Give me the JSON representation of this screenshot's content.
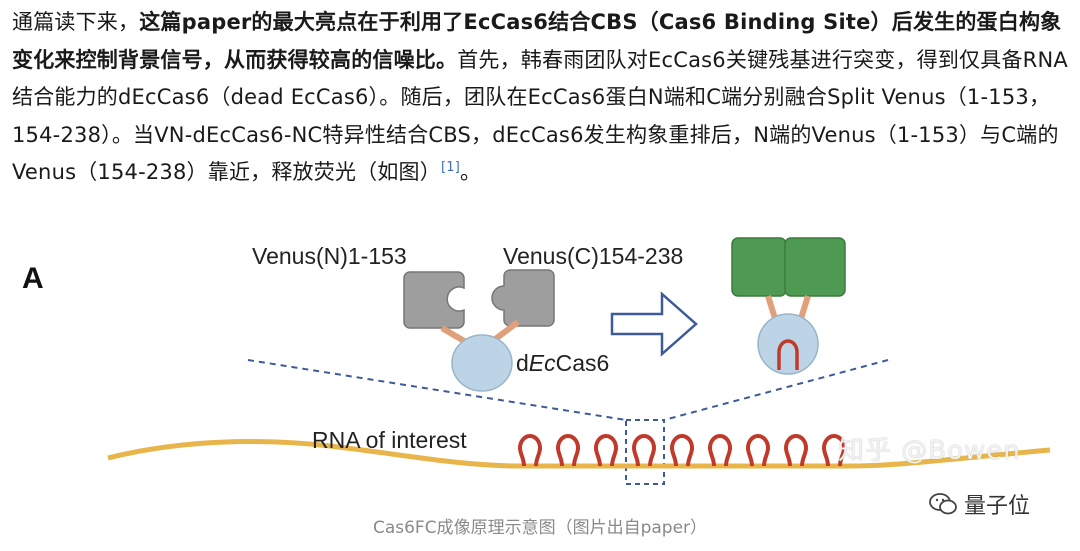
{
  "paragraph": {
    "p1": "通篇读下来，",
    "bold1": "这篇paper的最大亮点在于利用了EcCas6结合CBS（Cas6 Binding Site）后发生的蛋白构象变化来控制背景信号，从而获得较高的信噪比。",
    "p2": "首先，韩春雨团队对EcCas6关键残基进行突变，得到仅具备RNA结合能力的dEcCas6（dead EcCas6）。随后，团队在EcCas6蛋白N端和C端分别融合Split Venus（1-153，154-238）。当VN-dEcCas6-NC特异性结合CBS，dEcCas6发生构象重排后，N端的Venus（1-153）与C端的Venus（154-238）靠近，释放荧光（如图）",
    "ref": "[1]",
    "p3": "。"
  },
  "figure": {
    "panel_label": "A",
    "venus_n_label": "Venus(N)1-153",
    "venus_c_label": "Venus(C)154-238",
    "protein_label_d": "d",
    "protein_label_ec": "Ec",
    "protein_label_cas6": "Cas6",
    "rna_label": "RNA of interest"
  },
  "caption": "Cas6FC成像原理示意图（图片出自paper）",
  "watermarks": {
    "zhihu": "知乎 @Bowen",
    "qbit": "量子位"
  },
  "colors": {
    "rna_line": "#e8b54a",
    "hairpin": "#c0392b",
    "gray_split": "#9e9e9e",
    "green_venus": "#4e9a52",
    "cas6_blue": "#bcd4e6",
    "linker": "#e0a07a",
    "dashed": "#3d5a99"
  }
}
